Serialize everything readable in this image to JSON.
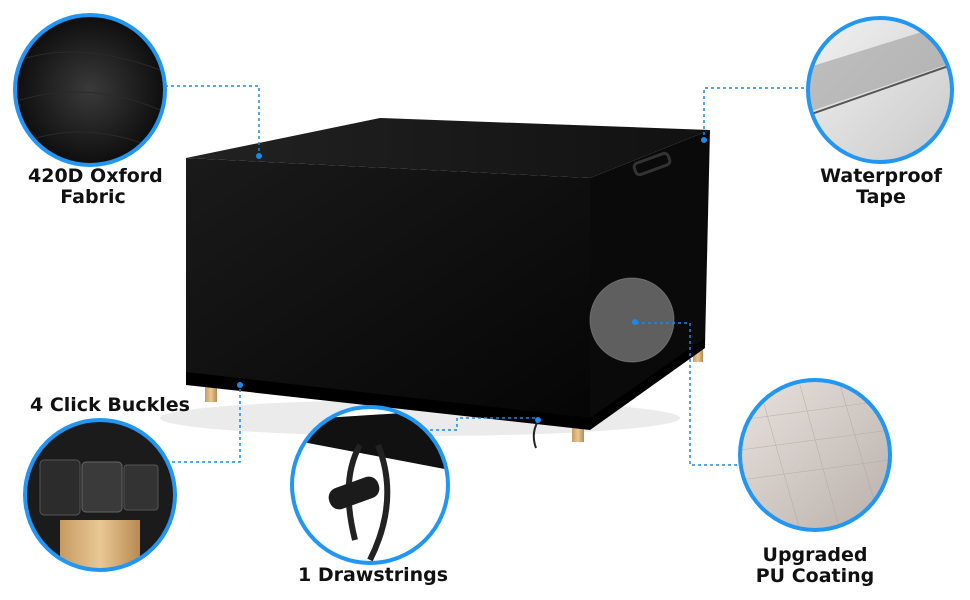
{
  "colors": {
    "accent_line": "#1e88e5",
    "cover": "#0d0d0d",
    "ring": "#2196f3",
    "label_text": "#111111"
  },
  "labels": {
    "oxford_line1": "420D Oxford",
    "oxford_line2": "Fabric",
    "tape_line1": "Waterproof",
    "tape_line2": "Tape",
    "buckles": "4 Click Buckles",
    "drawstrings": "1 Drawstrings",
    "pu_line1": "Upgraded",
    "pu_line2": "PU Coating"
  }
}
